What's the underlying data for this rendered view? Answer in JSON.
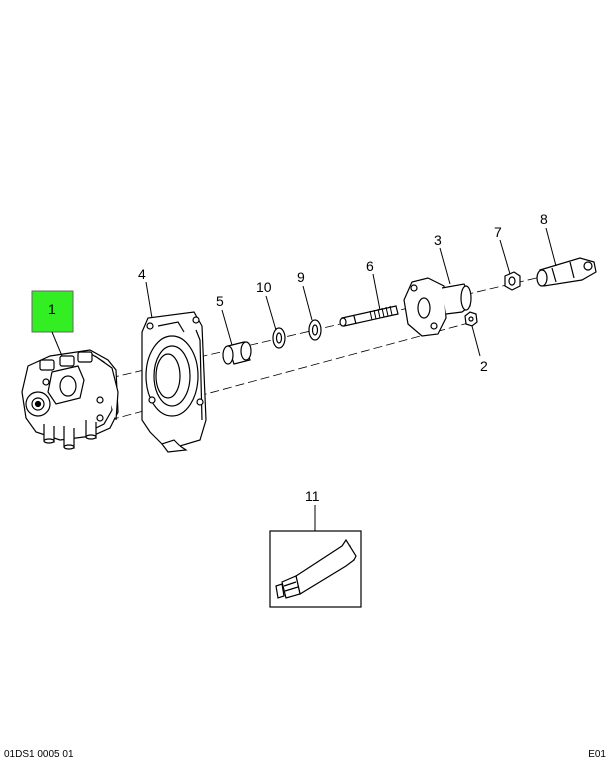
{
  "diagram": {
    "callouts": {
      "c1": "1",
      "c2": "2",
      "c3": "3",
      "c4": "4",
      "c5": "5",
      "c6": "6",
      "c7": "7",
      "c8": "8",
      "c9": "9",
      "c10": "10",
      "c11": "11"
    },
    "highlight_color": "#33ee22"
  },
  "footer": {
    "left": "01DS1 0005 01",
    "right": "E01"
  }
}
